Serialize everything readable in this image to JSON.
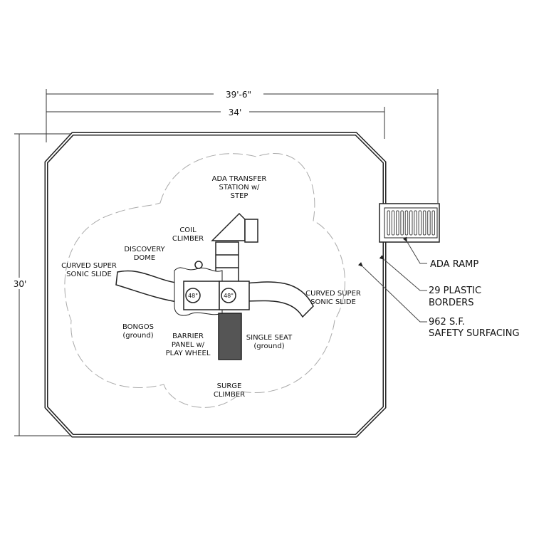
{
  "dimensions": {
    "overall_width": "39'-6\"",
    "border_width": "34'",
    "depth": "30'"
  },
  "labels": {
    "ada_transfer": [
      "ADA TRANSFER",
      "STATION w/",
      "STEP"
    ],
    "coil_climber": [
      "COIL",
      "CLIMBER"
    ],
    "discovery_dome": [
      "DISCOVERY",
      "DOME"
    ],
    "slide_left": [
      "CURVED SUPER",
      "SONIC SLIDE"
    ],
    "slide_right": [
      "CURVED SUPER",
      "SONIC SLIDE"
    ],
    "bongos": [
      "BONGOS",
      "(ground)"
    ],
    "barrier_panel": [
      "BARRIER",
      "PANEL w/",
      "PLAY WHEEL"
    ],
    "single_seat": [
      "SINGLE SEAT",
      "(ground)"
    ],
    "surge_climber": [
      "SURGE",
      "CLIMBER"
    ],
    "deck_heights": [
      "48\"",
      "48\""
    ]
  },
  "callouts": {
    "ada_ramp": "ADA RAMP",
    "borders": [
      "29 PLASTIC",
      "BORDERS"
    ],
    "surfacing": [
      "962 S.F.",
      "SAFETY SURFACING"
    ]
  }
}
